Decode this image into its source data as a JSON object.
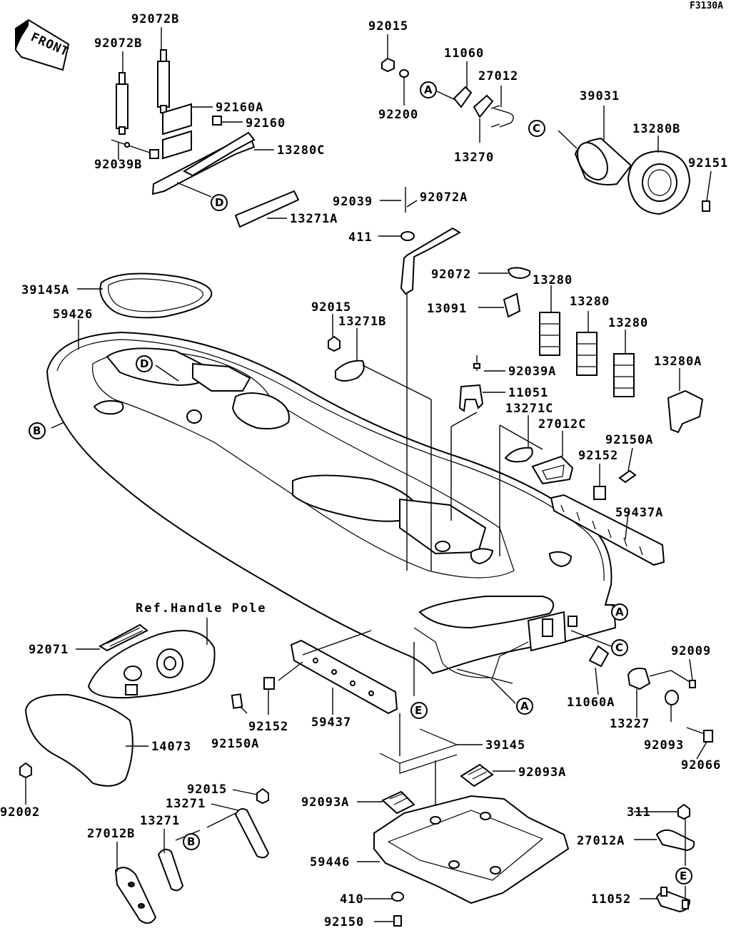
{
  "diagram_code": "F3130A",
  "front_label": "FRONT",
  "reference_note": "Ref.Handle Pole",
  "callouts": [
    "A",
    "B",
    "C",
    "D",
    "E"
  ],
  "parts": {
    "p92072B_1": "92072B",
    "p92072B_2": "92072B",
    "p92160A": "92160A",
    "p92160": "92160",
    "p13280C": "13280C",
    "p92039B": "92039B",
    "p13271A": "13271A",
    "p92015_top": "92015",
    "p11060": "11060",
    "p27012": "27012",
    "p92200": "92200",
    "p13270": "13270",
    "p39031": "39031",
    "p13280B": "13280B",
    "p92151": "92151",
    "p92039": "92039",
    "p92072A": "92072A",
    "p411": "411",
    "p92072": "92072",
    "p13280_1": "13280",
    "p13280_2": "13280",
    "p13280_3": "13280",
    "p13091": "13091",
    "p39145A": "39145A",
    "p59426": "59426",
    "p92015_mid": "92015",
    "p13271B": "13271B",
    "p92039A": "92039A",
    "p11051": "11051",
    "p13271C": "13271C",
    "p27012C": "27012C",
    "p13280A": "13280A",
    "p92150A_r": "92150A",
    "p92152_r": "92152",
    "p59437A": "59437A",
    "p92071": "92071",
    "p11060A": "11060A",
    "p92009": "92009",
    "p13227": "13227",
    "p92093": "92093",
    "p92066": "92066",
    "p92152_l": "92152",
    "p92150A_l": "92150A",
    "p59437": "59437",
    "p14073": "14073",
    "p92002": "92002",
    "p39145": "39145",
    "p92093A_r": "92093A",
    "p92093A_l": "92093A",
    "p92015_bot": "92015",
    "p13271_1": "13271",
    "p13271_2": "13271",
    "p27012B": "27012B",
    "p311": "311",
    "p27012A": "27012A",
    "p59446": "59446",
    "p410": "410",
    "p11052": "11052",
    "p92150": "92150"
  }
}
